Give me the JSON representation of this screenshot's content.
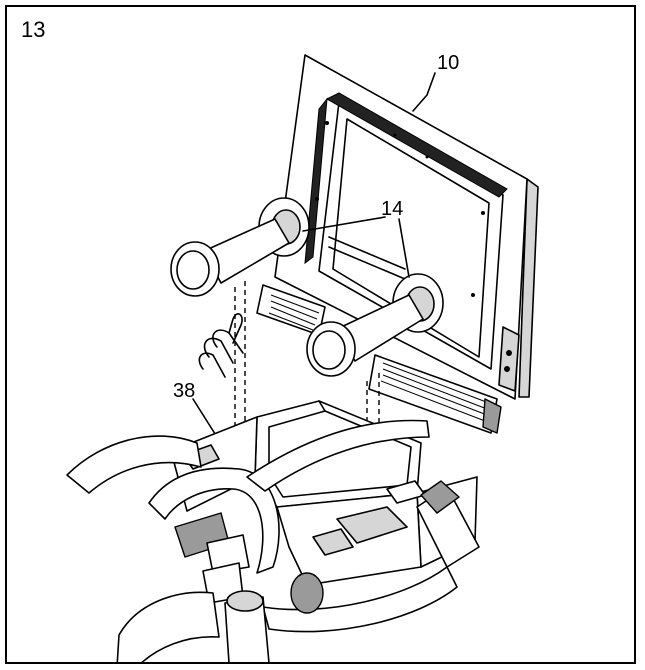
{
  "step": {
    "number": "13"
  },
  "callouts": {
    "console": "10",
    "screws": "14",
    "handlebar_wire": "38"
  }
}
